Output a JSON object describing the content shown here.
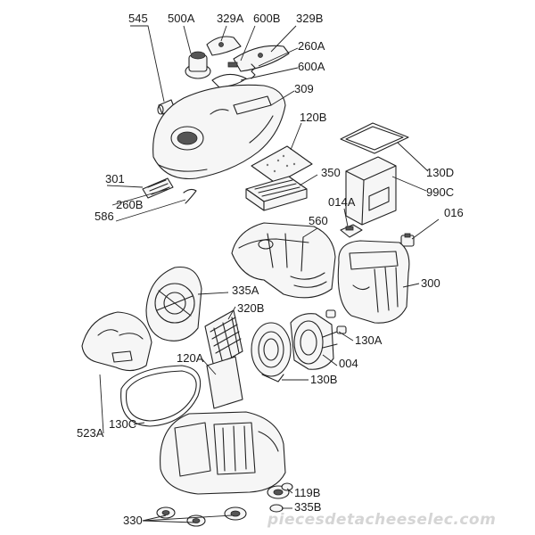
{
  "diagram": {
    "labels": {
      "l545": "545",
      "l500A": "500A",
      "l329A": "329A",
      "l600B": "600B",
      "l329B": "329B",
      "l260A": "260A",
      "l600A": "600A",
      "l309": "309",
      "l120B": "120B",
      "l130D": "130D",
      "l990C": "990C",
      "l350": "350",
      "l014A": "014A",
      "l016": "016",
      "l560": "560",
      "l301": "301",
      "l260B": "260B",
      "l586": "586",
      "l300": "300",
      "l335A": "335A",
      "l320B": "320B",
      "l130A": "130A",
      "l120A": "120A",
      "l004": "004",
      "l130B": "130B",
      "l523A": "523A",
      "l130C": "130C",
      "l119B": "119B",
      "l335B": "335B",
      "l330": "330"
    },
    "watermark": "piecesdetacheeselec.com"
  }
}
